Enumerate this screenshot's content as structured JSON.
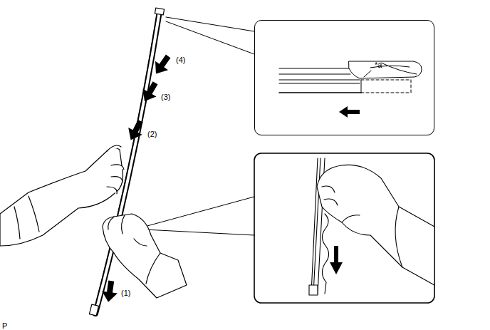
{
  "diagram": {
    "nodes": [
      {
        "text": [
          "*a"
        ]
      }
    ],
    "labels": [
      "(4)",
      "(3)",
      "(2)",
      "(1)",
      "P"
    ]
  }
}
